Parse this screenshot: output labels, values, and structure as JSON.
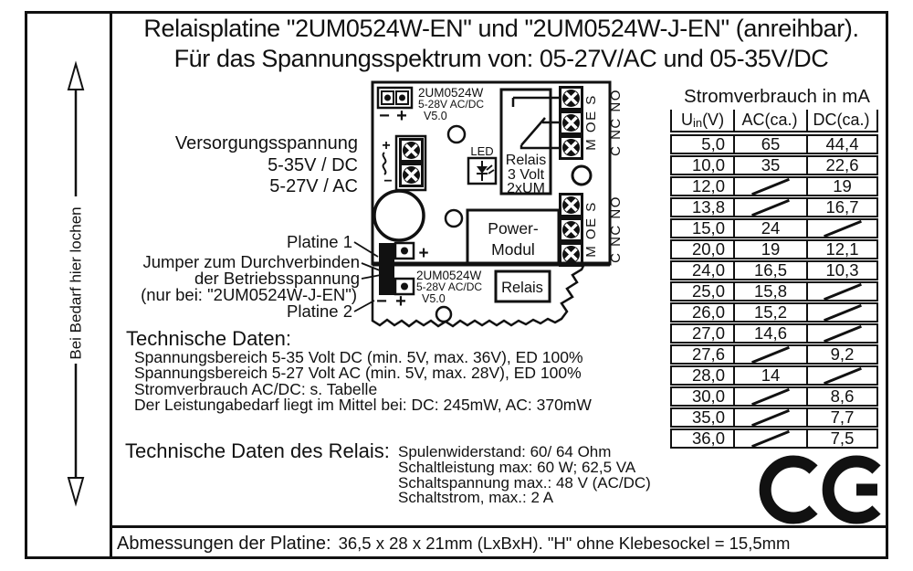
{
  "punch_strip": {
    "label": "Bei Bedarf hier lochen"
  },
  "title": {
    "line1": "Relaisplatine \"2UM0524W-EN\" und \"2UM0524W-J-EN\" (anreihbar).",
    "line2": "Für das Spannungsspektrum von: 05-27V/AC und 05-35V/DC"
  },
  "board": {
    "plus": "+",
    "minus": "−",
    "platine1": {
      "model": "2UM0524W",
      "voltage": "5-28V AC/DC",
      "version": "V5.0",
      "led_label": "LED",
      "relay_line1": "Relais",
      "relay_line2": "3 Volt",
      "relay_line3": "2xUM",
      "power_line1": "Power-",
      "power_line2": "Modul",
      "terminals_inner": "M OE S",
      "terminals_outer": "C NC NO"
    },
    "platine2": {
      "model": "2UM0524W",
      "voltage": "5-28V AC/DC",
      "version": "V5.0",
      "relay_label": "Relais"
    }
  },
  "labels": {
    "supply1": "Versorgungsspannung",
    "supply2": "5-35V / DC",
    "supply3": "5-27V / AC",
    "platine1": "Platine 1",
    "jumper1": "Jumper zum Durchverbinden",
    "jumper2": "der Betriebsspannung",
    "jumper3": "(nur bei: \"2UM0524W-J-EN\")",
    "platine2": "Platine 2"
  },
  "tech_data": {
    "heading": "Technische Daten:",
    "lines": [
      "Spannungsbereich 5-35 Volt DC (min. 5V, max. 36V), ED 100%",
      "Spannungsbereich 5-27 Volt AC (min. 5V, max. 28V), ED 100%",
      "Stromverbrauch AC/DC: s. Tabelle",
      "Der Leistungabedarf liegt im Mittel bei: DC: 245mW, AC: 370mW"
    ]
  },
  "relay_data": {
    "heading": "Technische Daten des Relais:",
    "lines": [
      "Spulenwiderstand: 60/ 64 Ohm",
      "Schaltleistung max: 60 W; 62,5 VA",
      "Schaltspannung max.: 48 V (AC/DC)",
      "Schaltstrom, max.: 2 A"
    ]
  },
  "dimensions": {
    "label": "Abmessungen der Platine:",
    "value": "36,5 x 28 x 21mm (LxBxH). \"H\" ohne Klebesockel = 15,5mm"
  },
  "consumption_table": {
    "title": "Stromverbrauch in mA",
    "header": {
      "col1_base": "U",
      "col1_sub": "in",
      "col1_unit": " (V)",
      "col2": "AC(ca.)",
      "col3": "DC(ca.)"
    },
    "rows": [
      [
        "5,0",
        "65",
        "44,4"
      ],
      [
        "10,0",
        "35",
        "22,6"
      ],
      [
        "12,0",
        "slash",
        "19"
      ],
      [
        "13,8",
        "slash",
        "16,7"
      ],
      [
        "15,0",
        "24",
        "slash"
      ],
      [
        "20,0",
        "19",
        "12,1"
      ],
      [
        "24,0",
        "16,5",
        "10,3"
      ],
      [
        "25,0",
        "15,8",
        "slash"
      ],
      [
        "26,0",
        "15,2",
        "slash"
      ],
      [
        "27,0",
        "14,6",
        "slash"
      ],
      [
        "27,6",
        "slash",
        "9,2"
      ],
      [
        "28,0",
        "14",
        "slash"
      ],
      [
        "30,0",
        "slash",
        "8,6"
      ],
      [
        "35,0",
        "slash",
        "7,7"
      ],
      [
        "36,0",
        "slash",
        "7,5"
      ]
    ]
  },
  "colors": {
    "ink": "#111111",
    "paper": "#ffffff"
  }
}
